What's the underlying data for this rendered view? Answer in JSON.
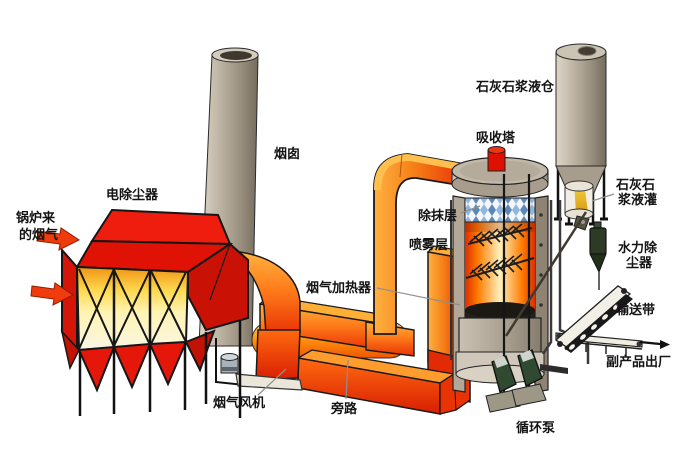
{
  "diagram": {
    "kind": "flue-gas-desulfurization-process-flow",
    "labels": {
      "boiler_flue_gas": {
        "line1": "锅炉来",
        "line2": "的烟气"
      },
      "electrostatic_precipitator": "电除尘器",
      "chimney": "烟囱",
      "flue_gas_heater": "烟气加热器",
      "flue_gas_fan": "烟气风机",
      "bypass": "旁路",
      "demister_layer": "除抹层",
      "spray_layer": "喷雾层",
      "absorber_tower": "吸收塔",
      "limestone_slurry_silo": "石灰石浆液仓",
      "limestone_slurry_tank": {
        "line1": "石灰石",
        "line2": "浆液灌"
      },
      "hydraulic_dust_collector": {
        "line1": "水力除",
        "line2": "尘器"
      },
      "conveyor_belt": "输送带",
      "byproduct_out": "副产品出厂",
      "circulation_pump": "循环泵"
    },
    "colors": {
      "background": "#ffffff",
      "esp_red": "#ef1d0e",
      "duct_red": "#e93305",
      "duct_orange": "#ff7d1a",
      "duct_highlight": "#ffb141",
      "panel_yellow": "#ffd84e",
      "metal_grey": "#b3a897",
      "metal_shadow": "#756c5d",
      "demister_blue": "#8fb7dd",
      "tower_core_glow": "#fff1bc",
      "slurry_dark": "#241f19",
      "pump_green": "#2f4a30",
      "tank_yellow": "#e8b21e",
      "label_black": "#141414"
    }
  }
}
